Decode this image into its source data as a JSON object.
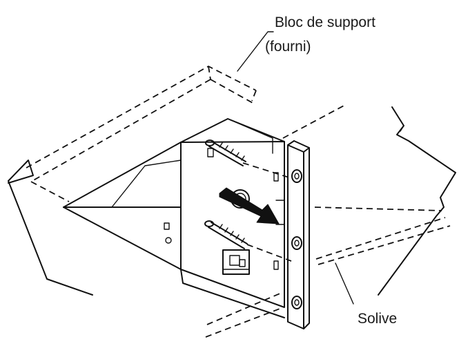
{
  "labels": {
    "support_block_line1": "Bloc de support",
    "support_block_line2": "(fourni)",
    "joist": "Solive"
  },
  "colors": {
    "line": "#111111",
    "background": "#ffffff"
  }
}
